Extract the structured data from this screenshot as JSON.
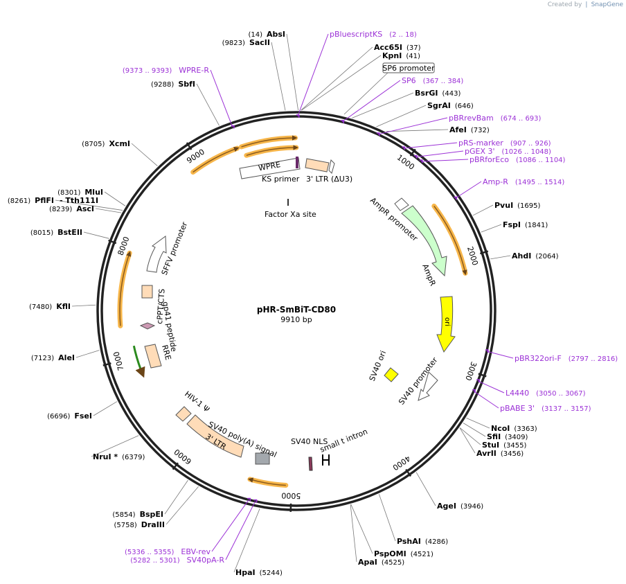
{
  "credit": {
    "prefix": "Created by",
    "brand": "SnapGene"
  },
  "plasmid": {
    "name": "pHR-SmBiT-CD80",
    "length": "9910 bp",
    "total_bp": 9910
  },
  "ticks": [
    "1000",
    "2000",
    "3000",
    "4000",
    "5000",
    "6000",
    "7000",
    "8000",
    "9000"
  ],
  "restriction_sites": [
    {
      "name": "AbsI",
      "pos": "(14)"
    },
    {
      "name": "SacII",
      "pos": "(9823)"
    },
    {
      "name": "Acc65I",
      "pos": "(37)"
    },
    {
      "name": "KpnI",
      "pos": "(41)"
    },
    {
      "name": "BsrGI",
      "pos": "(443)"
    },
    {
      "name": "SgrAI",
      "pos": "(646)"
    },
    {
      "name": "AfeI",
      "pos": "(732)"
    },
    {
      "name": "PvuI",
      "pos": "(1695)"
    },
    {
      "name": "FspI",
      "pos": "(1841)"
    },
    {
      "name": "AhdI",
      "pos": "(2064)"
    },
    {
      "name": "NcoI",
      "pos": "(3363)"
    },
    {
      "name": "SfiI",
      "pos": "(3409)"
    },
    {
      "name": "StuI",
      "pos": "(3455)"
    },
    {
      "name": "AvrII",
      "pos": "(3456)"
    },
    {
      "name": "AgeI",
      "pos": "(3946)"
    },
    {
      "name": "PshAI",
      "pos": "(4286)"
    },
    {
      "name": "PspOMI",
      "pos": "(4521)"
    },
    {
      "name": "ApaI",
      "pos": "(4525)"
    },
    {
      "name": "HpaI",
      "pos": "(5244)"
    },
    {
      "name": "DraIII",
      "pos": "(5758)"
    },
    {
      "name": "BspEI",
      "pos": "(5854)"
    },
    {
      "name": "NruI *",
      "pos": "(6379)"
    },
    {
      "name": "FseI",
      "pos": "(6696)"
    },
    {
      "name": "AleI",
      "pos": "(7123)"
    },
    {
      "name": "KflI",
      "pos": "(7480)"
    },
    {
      "name": "BstEII",
      "pos": "(8015)"
    },
    {
      "name": "AscI",
      "pos": "(8239)"
    },
    {
      "name": "PflFI",
      "pos": "(8261)"
    },
    {
      "name": "- Tth111I",
      "pos": ""
    },
    {
      "name": "MluI",
      "pos": "(8301)"
    },
    {
      "name": "XcmI",
      "pos": "(8705)"
    },
    {
      "name": "SbfI",
      "pos": "(9288)"
    }
  ],
  "primers": [
    {
      "name": "pBluescriptKS",
      "range": "(2 .. 18)"
    },
    {
      "name": "SP6",
      "range": "(367 .. 384)"
    },
    {
      "name": "pBRrevBam",
      "range": "(674 .. 693)"
    },
    {
      "name": "pRS-marker",
      "range": "(907 .. 926)"
    },
    {
      "name": "pGEX 3'",
      "range": "(1026 .. 1048)"
    },
    {
      "name": "pBRforEco",
      "range": "(1086 .. 1104)"
    },
    {
      "name": "Amp-R",
      "range": "(1495 .. 1514)"
    },
    {
      "name": "pBR322ori-F",
      "range": "(2797 .. 2816)"
    },
    {
      "name": "L4440",
      "range": "(3050 .. 3067)"
    },
    {
      "name": "pBABE 3'",
      "range": "(3137 .. 3157)"
    },
    {
      "name": "EBV-rev",
      "range": "(5336 .. 5355)"
    },
    {
      "name": "SV40pA-R",
      "range": "(5282 .. 5301)"
    },
    {
      "name": "WPRE-R",
      "range": "(9373 .. 9393)"
    }
  ],
  "features": [
    {
      "name": "SP6 promoter"
    },
    {
      "name": "WPRE"
    },
    {
      "name": "KS primer"
    },
    {
      "name": "3' LTR (ΔU3)"
    },
    {
      "name": "Factor Xa site"
    },
    {
      "name": "AmpR promoter"
    },
    {
      "name": "AmpR"
    },
    {
      "name": "ori"
    },
    {
      "name": "SV40 ori"
    },
    {
      "name": "SV40 promoter"
    },
    {
      "name": "SFFV promoter"
    },
    {
      "name": "cPPT/CTS"
    },
    {
      "name": "gp41 peptide"
    },
    {
      "name": "RRE"
    },
    {
      "name": "HIV-1 Ψ"
    },
    {
      "name": "SV40 poly(A) signal"
    },
    {
      "name": "3' LTR"
    },
    {
      "name": "SV40 NLS"
    },
    {
      "name": "small t intron"
    }
  ],
  "colors": {
    "primer": "#9b30d6",
    "orf_outline": "#f7b64a",
    "orf_core": "#8a5a1c",
    "ori_fill": "#ffff00",
    "ampr_fill": "#ccffcc",
    "ltr_fill": "#ffdcb8",
    "gp41_fill": "#cc99b3",
    "sv40pa_fill": "#a3a8ad"
  }
}
